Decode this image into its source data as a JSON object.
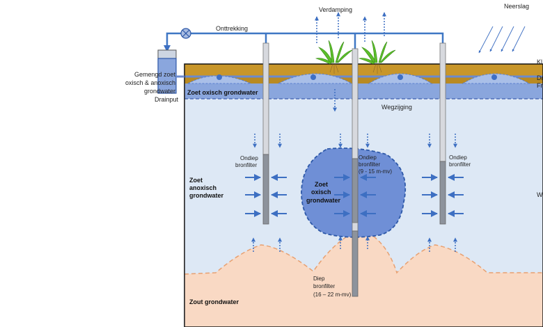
{
  "labels": {
    "verdamping": "Verdamping",
    "neerslag": "Neerslag",
    "onttrekking": "Onttrekking",
    "gemengd_line1": "Gemengd zoet",
    "gemengd_line2": "oxisch & anoxisch",
    "gemengd_line3": "grondwater",
    "drainput": "Drainput",
    "zoet_oxisch_top": "Zoet oxisch grondwater",
    "wegzijging": "Wegzijging",
    "ondiep_left_1": "Ondiep",
    "ondiep_left_2": "bronfilter",
    "ondiep_mid_1": "Ondiep",
    "ondiep_mid_2": "bronfilter",
    "ondiep_mid_3": "(9 - 15 m-mv)",
    "ondiep_right_1": "Ondiep",
    "ondiep_right_2": "bronfilter",
    "zoet_anox_1": "Zoet",
    "zoet_anox_2": "anoxisch",
    "zoet_anox_3": "grondwater",
    "zoet_ox_mid_1": "Zoet",
    "zoet_ox_mid_2": "oxisch",
    "zoet_ox_mid_3": "grondwater",
    "diep_1": "Diep",
    "diep_2": "bronfilter",
    "diep_3": "(16 – 22 m-mv)",
    "zout": "Zout grondwater",
    "right_kl": "Kl",
    "right_dr": "Dr",
    "right_fr": "Fr",
    "right_w": "W"
  },
  "colors": {
    "soil": "#c8962a",
    "fresh_water": "#dde8f5",
    "oxic_water": "#8aa6dd",
    "oxic_lens": "#6f8fd6",
    "salt_water": "#f9d9c4",
    "pipe": "#3f77c4",
    "plant": "#5cbf2a",
    "arrow": "#3d6fc2"
  }
}
